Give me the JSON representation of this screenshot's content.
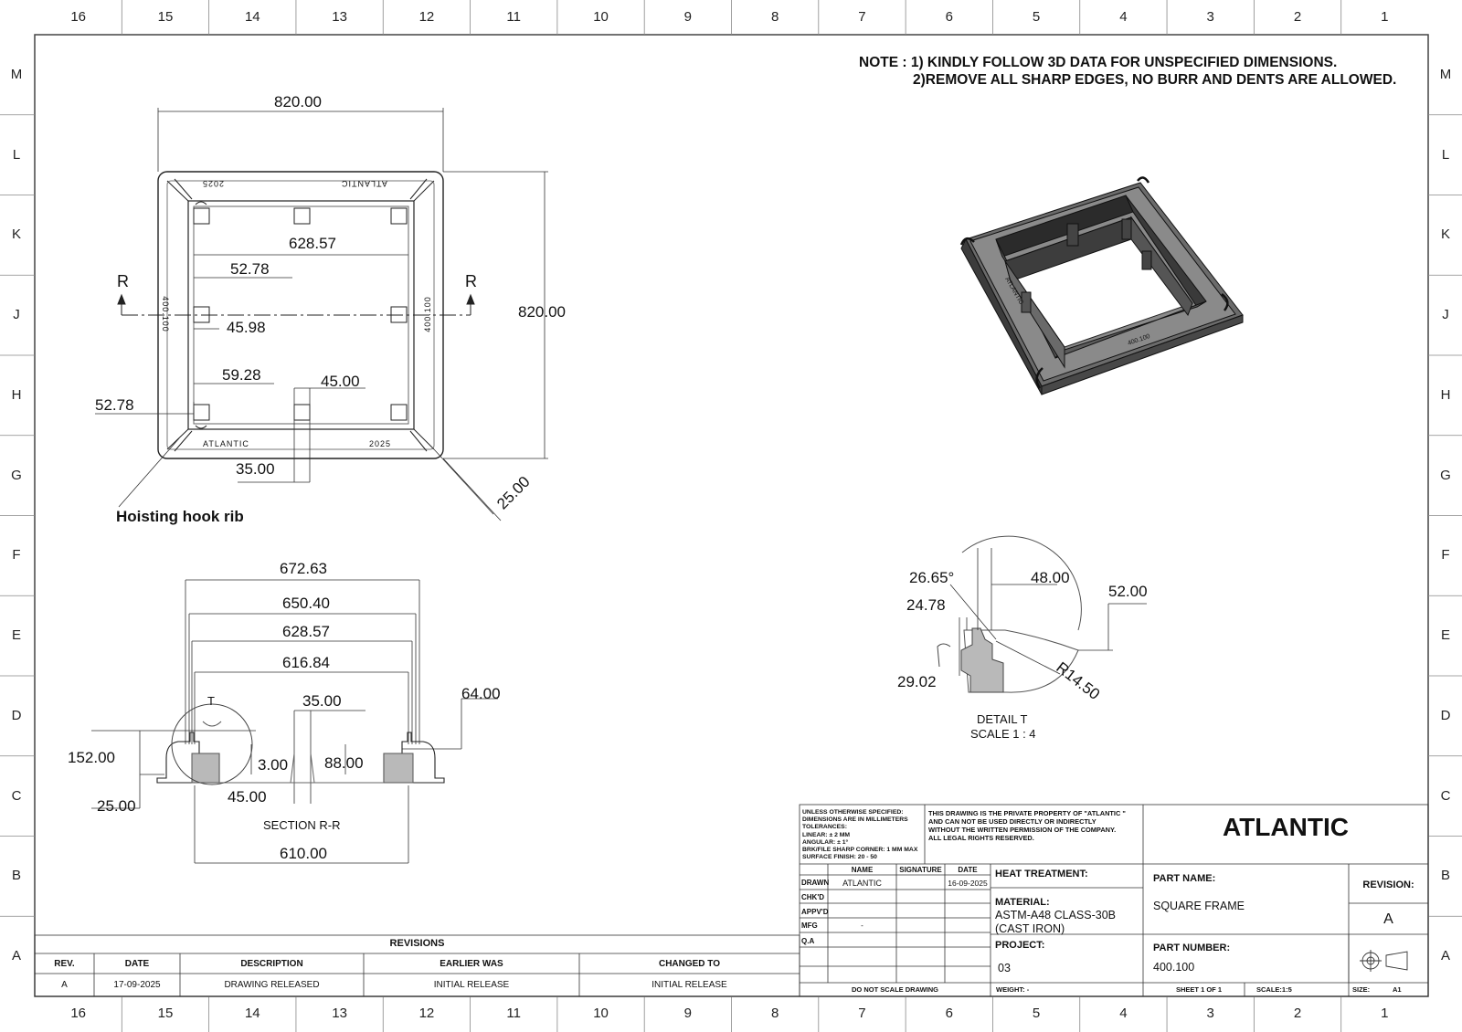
{
  "border": {
    "columns": [
      "16",
      "15",
      "14",
      "13",
      "12",
      "11",
      "10",
      "9",
      "8",
      "7",
      "6",
      "5",
      "4",
      "3",
      "2",
      "1"
    ],
    "rows": [
      "M",
      "L",
      "K",
      "J",
      "H",
      "G",
      "F",
      "E",
      "D",
      "C",
      "B",
      "A"
    ]
  },
  "notes": {
    "line1": "NOTE : 1) KINDLY FOLLOW 3D DATA FOR UNSPECIFIED DIMENSIONS.",
    "line2": "2)REMOVE ALL SHARP EDGES, NO BURR AND DENTS ARE ALLOWED."
  },
  "top_view": {
    "frame_text_top_left": "2025",
    "frame_text_top_right": "ATLANTIC",
    "frame_text_bottom_left": "ATLANTIC",
    "frame_text_bottom_right": "2025",
    "frame_text_left": "400.100",
    "frame_text_right": "400.100",
    "section_mark": "R",
    "hoisting_label": "Hoisting hook rib",
    "dims": {
      "width": "820.00",
      "height": "820.00",
      "inner": "628.57",
      "d1": "52.78",
      "d2": "45.98",
      "d3": "59.28",
      "d4": "45.00",
      "d5": "52.78",
      "d6": "35.00",
      "d7": "25.00"
    }
  },
  "section": {
    "title": "SECTION R-R",
    "detail_mark": "T",
    "dims": {
      "a": "672.63",
      "b": "650.40",
      "c": "628.57",
      "d": "616.84",
      "e": "35.00",
      "f": "64.00",
      "g": "152.00",
      "h": "3.00",
      "i": "88.00",
      "j": "45.00",
      "k": "25.00",
      "l": "610.00"
    }
  },
  "iso_view": {
    "label_side": "ATLANTIC",
    "label_front": "400.100"
  },
  "detail": {
    "title": "DETAIL T",
    "scale": "SCALE 1 : 4",
    "dims": {
      "angle": "26.65°",
      "a": "48.00",
      "b": "52.00",
      "c": "24.78",
      "d": "29.02",
      "radius": "R14.50"
    }
  },
  "revisions": {
    "title": "REVISIONS",
    "headers": [
      "REV.",
      "DATE",
      "DESCRIPTION",
      "EARLIER WAS",
      "CHANGED TO"
    ],
    "rows": [
      [
        "A",
        "17-09-2025",
        "DRAWING RELEASED",
        "INITIAL RELEASE",
        "INITIAL RELEASE"
      ]
    ]
  },
  "title_block": {
    "spec_lines": [
      "UNLESS OTHERWISE SPECIFIED:",
      "DIMENSIONS ARE IN MILLIMETERS",
      "TOLERANCES:",
      "LINEAR: ± 2 MM",
      "ANGULAR: ± 1°",
      "BRK/FILE SHARP CORNER: 1 MM MAX",
      "SURFACE FINISH: 20 - 50"
    ],
    "property_lines": [
      "THIS DRAWING IS THE PRIVATE PROPERTY OF \"ATLANTIC \"",
      "AND CAN NOT BE USED DIRECTLY OR INDIRECTLY",
      "WITHOUT THE WRITTEN PERMISSION  OF THE COMPANY.",
      "ALL LEGAL RIGHTS RESERVED."
    ],
    "company": "ATLANTIC",
    "sig_headers": [
      "NAME",
      "SIGNATURE",
      "DATE"
    ],
    "sig_rows": [
      {
        "role": "DRAWN",
        "name": "ATLANTIC",
        "date": "16-09-2025"
      },
      {
        "role": "CHK'D",
        "name": "",
        "date": ""
      },
      {
        "role": "APPV'D",
        "name": "",
        "date": ""
      },
      {
        "role": "MFG",
        "name": "-",
        "date": ""
      },
      {
        "role": "Q.A",
        "name": "",
        "date": ""
      }
    ],
    "heat_treatment_label": "HEAT TREATMENT:",
    "material_label": "MATERIAL:",
    "material_line1": "ASTM-A48 CLASS-30B",
    "material_line2": "(CAST IRON)",
    "project_label": "PROJECT:",
    "project_value": "03",
    "part_name_label": "PART NAME:",
    "part_name_value": "SQUARE FRAME",
    "revision_label": "REVISION:",
    "revision_value": "A",
    "part_number_label": "PART NUMBER:",
    "part_number_value": "400.100",
    "do_not_scale": "DO NOT SCALE DRAWING",
    "weight": "WEIGHT: -",
    "sheet": "SHEET 1 OF 1",
    "scale": "SCALE:1:5",
    "size_label": "SIZE:",
    "size_value": "A1"
  }
}
